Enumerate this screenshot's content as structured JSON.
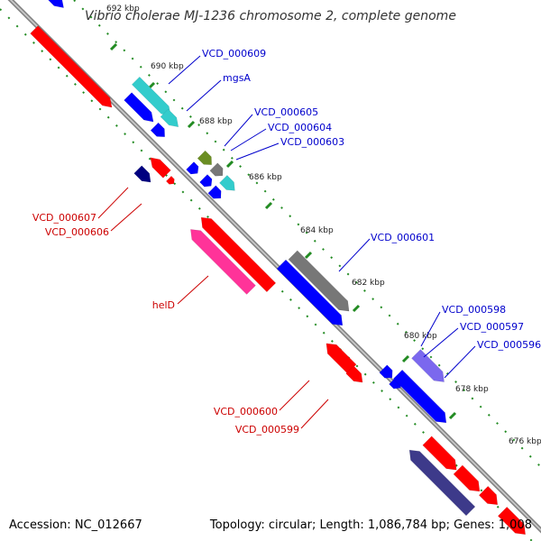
{
  "title": "Vibrio cholerae MJ-1236 chromosome 2, complete genome",
  "footer": {
    "accession": "Accession: NC_012667",
    "stats": "Topology: circular; Length: 1,086,784 bp; Genes: 1,008"
  },
  "ticks": [
    "692 kbp",
    "690 kbp",
    "688 kbp",
    "686 kbp",
    "684 kbp",
    "682 kbp",
    "680 kbp",
    "678 kbp",
    "676 kbp"
  ],
  "gene_labels": {
    "forward": [
      "VCD_000609",
      "mgsA",
      "VCD_000605",
      "VCD_000604",
      "VCD_000603",
      "VCD_000601",
      "VCD_000598",
      "VCD_000597",
      "VCD_000596"
    ],
    "reverse": [
      "VCD_000607",
      "VCD_000606",
      "helD",
      "VCD_000600",
      "VCD_000599"
    ]
  },
  "colors": {
    "backbone": "#888888",
    "forward_label": "#0000cc",
    "reverse_label": "#cc0000",
    "tick": "#228b22",
    "red": "#ff0000",
    "blue": "#0000ff",
    "cyan": "#33cccc",
    "magenta": "#ff3399",
    "gray": "#777777",
    "olive": "#6b8e23",
    "navy": "#000080",
    "purple": "#7b68ee",
    "slate": "#3d3a8a"
  }
}
